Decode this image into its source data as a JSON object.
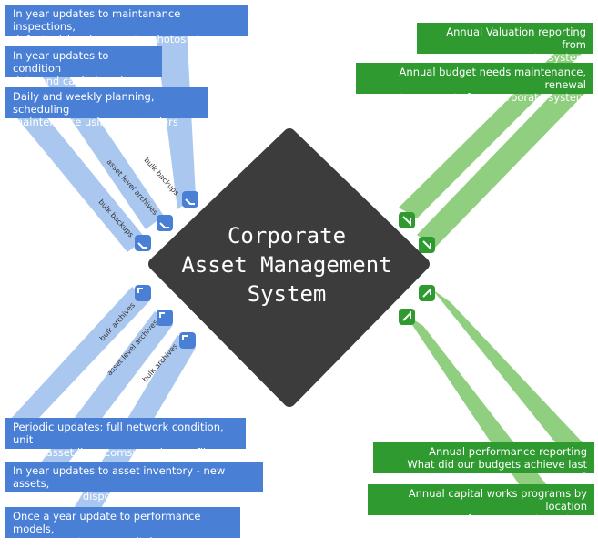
{
  "center": {
    "line1": "Corporate",
    "line2": "Asset Management",
    "line3": "System"
  },
  "inputs_top": [
    "In year updates to maintanance inspections,\ndefects risks, documents, photos etc...",
    "In year updates to condition\ndata and capital works",
    "Daily and weekly planning, scheduling\nmaintenance using work orders"
  ],
  "inputs_bottom": [
    "Periodic updates: full network condition, unit\nrates, asset lives comsumption profiles",
    "In year updates to asset inventory - new assets,\nfound assets disposed assets, re-segments",
    "Once a year update to performance models,\nproduce next years capital program"
  ],
  "outputs_top": [
    "Annual Valuation reporting from\ncorporate system",
    "Annual budget needs maintenance, renewal\nand new assets from corporate system"
  ],
  "outputs_bottom": [
    "Annual performance reporting\nWhat did our budgets achieve last year?",
    "Annual capital works programs by location\nfrom corporate system"
  ],
  "labels_top": [
    "bulk backups",
    "asset level archives",
    "bulk backups"
  ],
  "labels_bottom": [
    "bulk archives",
    "asset level archives",
    "bulk archives"
  ],
  "colors": {
    "blue": "#4a7fd6",
    "blue_light": "#a9c7ef",
    "green": "#2f9a2f",
    "green_light": "#8fcf7f",
    "diamond": "#3c3c3c"
  }
}
